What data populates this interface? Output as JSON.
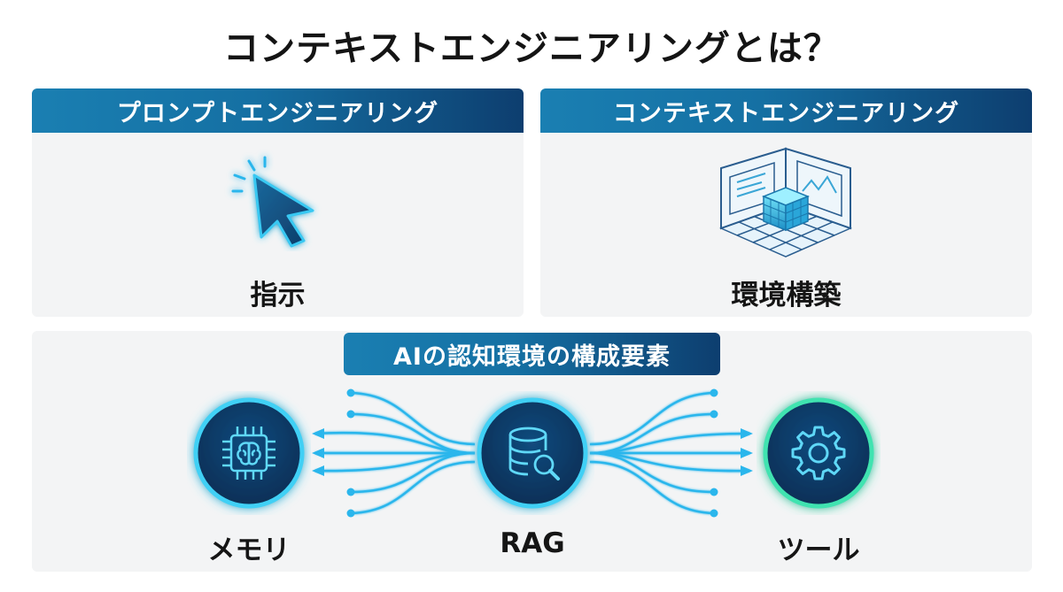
{
  "title": "コンテキストエンジニアリングとは？",
  "prompt_panel": {
    "header": "プロンプトエンジニアリング",
    "label": "指示",
    "icon": "cursor-icon"
  },
  "context_panel": {
    "header": "コンテキストエンジニアリング",
    "label": "環境構築",
    "icon": "environment-room-icon"
  },
  "components_panel": {
    "header": "AIの認知環境の構成要素",
    "nodes": [
      {
        "label": "メモリ",
        "icon": "brain-chip-icon"
      },
      {
        "label": "RAG",
        "icon": "database-search-icon"
      },
      {
        "label": "ツール",
        "icon": "gear-icon"
      }
    ]
  },
  "colors": {
    "header_start": "#1a7fb2",
    "header_end": "#0d3e6f",
    "node_fill": "#0c3a66",
    "glow_blue": "#2ab6ec",
    "glow_green": "#2fe0a0"
  }
}
